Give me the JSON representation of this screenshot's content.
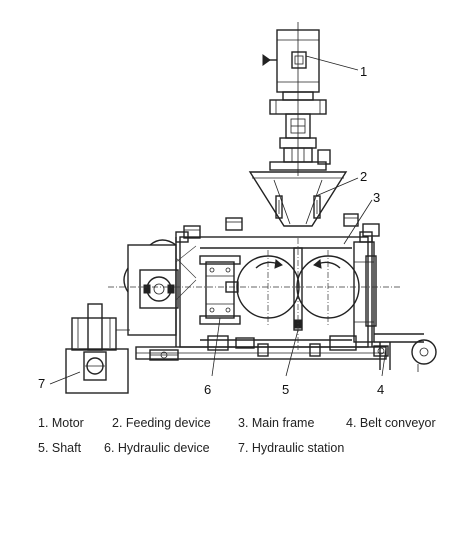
{
  "callouts": [
    "1",
    "2",
    "3",
    "4",
    "5",
    "6",
    "7"
  ],
  "legend": {
    "row1": [
      "1. Motor",
      "2. Feeding device",
      "3. Main frame",
      "4. Belt conveyor"
    ],
    "row2": [
      "5. Shaft",
      "6. Hydraulic device",
      "7. Hydraulic station"
    ]
  }
}
